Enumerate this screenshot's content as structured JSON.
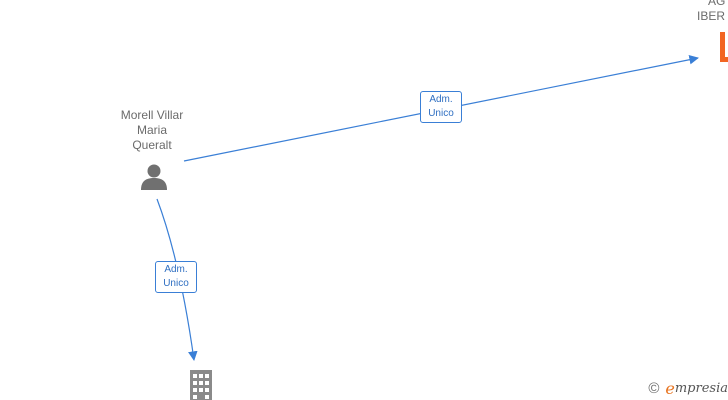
{
  "nodes": {
    "person": {
      "line1": "Morell Villar",
      "line2": "Maria",
      "line3": "Queralt"
    },
    "company_top": {
      "line1": "AG",
      "line2": "IBER"
    }
  },
  "edges": [
    {
      "line1": "Adm.",
      "line2": "Unico"
    },
    {
      "line1": "Adm.",
      "line2": "Unico"
    }
  ],
  "colors": {
    "edge": "#3a7fd6",
    "person_icon": "#707070",
    "company_icon": "#8a8a8a",
    "accent_company": "#f26522"
  },
  "icons": {
    "person": "person-icon",
    "company_gray": "building-icon",
    "company_orange": "building-icon"
  },
  "footer": {
    "copyright_symbol": "©",
    "brand_initial": "e",
    "brand_rest": "mpresia"
  }
}
